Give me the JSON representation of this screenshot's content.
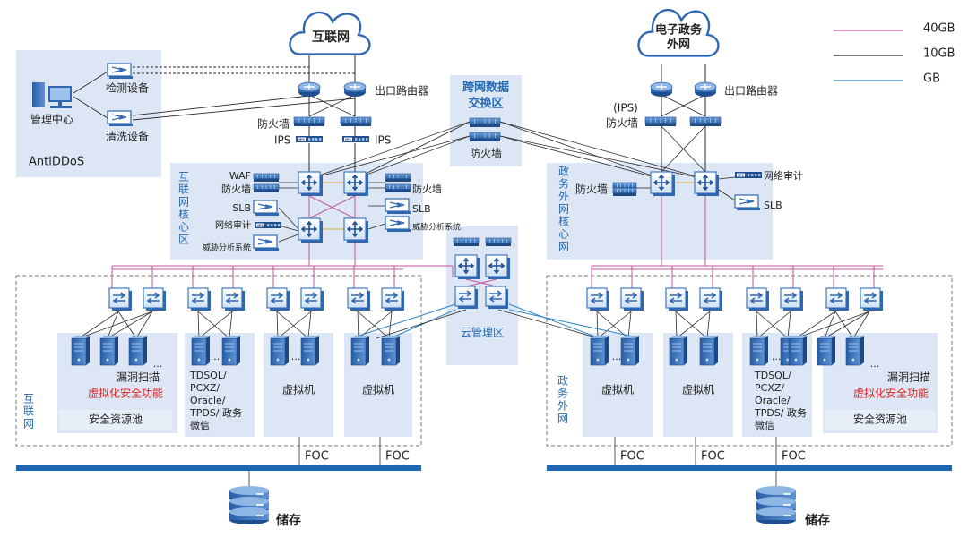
{
  "legend": {
    "items": [
      {
        "label": "40GB",
        "color": "#c0569f"
      },
      {
        "label": "10GB",
        "color": "#222222"
      },
      {
        "label": "GB",
        "color": "#2f86c8"
      }
    ]
  },
  "clouds": {
    "internet": "互联网",
    "egov_line1": "电子政务",
    "egov_line2": "外网"
  },
  "left_top": {
    "router_label": "出口路由器",
    "firewall_label": "防火墙",
    "ips_left": "IPS",
    "ips_right": "IPS",
    "ips_icon_text": "IPS"
  },
  "antiddos": {
    "title": "AntiDDoS",
    "mgmt": "管理中心",
    "detect": "检测设备",
    "clean": "清洗设备"
  },
  "exchange": {
    "title_line1": "跨网数据",
    "title_line2": "交换区",
    "firewall": "防火墙"
  },
  "right_top": {
    "ips_paren": "(IPS)",
    "firewall_label": "防火墙",
    "router_label": "出口路由器"
  },
  "internet_core": {
    "title": "互联网核心区",
    "waf": "WAF",
    "fw_left": "防火墙",
    "slb_left": "SLB",
    "audit": "网络审计",
    "threat_left": "威胁分析系统",
    "fw_right": "防火墙",
    "slb_right": "SLB",
    "threat_right": "威胁分析系统"
  },
  "egov_core": {
    "title": "政务外网核心网",
    "firewall": "防火墙",
    "audit": "网络审计",
    "slb": "SLB"
  },
  "cloud_mgmt": {
    "title": "云管理区"
  },
  "internet_zone": {
    "title": "互联网",
    "vuln_scan": "漏洞扫描",
    "virt_sec": "虚拟化安全功能",
    "sec_pool": "安全资源池",
    "db_lines": [
      "TDSQL/",
      "PCXZ/",
      "Oracle/",
      "TPDS/ 政务",
      "微信"
    ],
    "vm1": "虚拟机",
    "vm2": "虚拟机",
    "dots": "..."
  },
  "egov_zone": {
    "title": "政务外网",
    "vm1": "虚拟机",
    "vm2": "虚拟机",
    "db_lines": [
      "TDSQL/",
      "PCXZ/",
      "Oracle/",
      "TPDS/ 政务",
      "微信"
    ],
    "vuln_scan": "漏洞扫描",
    "virt_sec": "虚拟化安全功能",
    "sec_pool": "安全资源池",
    "dots": "..."
  },
  "storage": {
    "foc": "FOC",
    "label_left": "储存",
    "label_right": "储存"
  },
  "colors": {
    "blue_text": "#2469b3",
    "red_text": "#e02020",
    "panel": "#dde6f4",
    "pink": "#c0569f",
    "gb_blue": "#2f86c8",
    "bus": "#1f66b2",
    "device": "#3f78c2"
  }
}
